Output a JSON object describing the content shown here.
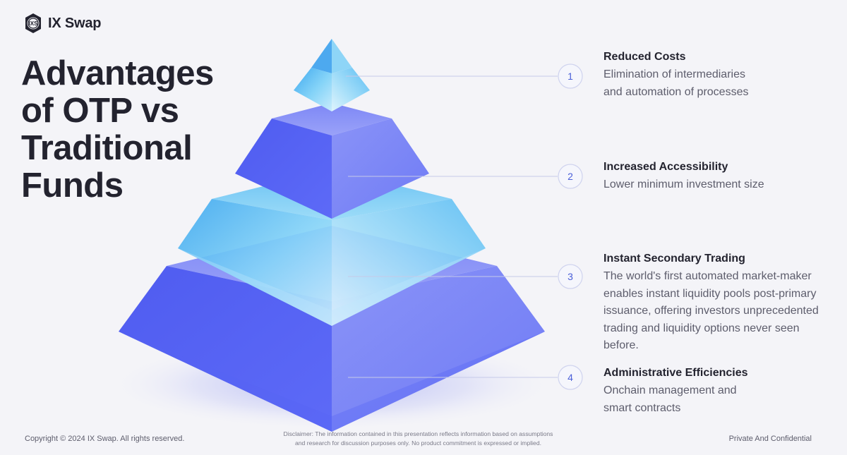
{
  "brand": {
    "name": "IX Swap",
    "badge_text": "IXS"
  },
  "title_lines": [
    "Advantages",
    "of OTP vs",
    "Traditional",
    "Funds"
  ],
  "tiers": [
    {
      "number": "1",
      "title": "Reduced Costs",
      "desc_lines": [
        "Elimination of intermediaries",
        "and automation of processes"
      ]
    },
    {
      "number": "2",
      "title": "Increased Accessibility",
      "desc_lines": [
        "Lower minimum investment size"
      ]
    },
    {
      "number": "3",
      "title": "Instant Secondary Trading",
      "desc_lines": [
        "The world's first automated market-maker",
        "enables instant liquidity pools post-primary",
        "issuance, offering investors unprecedented",
        "trading and liquidity options never seen",
        "before."
      ]
    },
    {
      "number": "4",
      "title": "Administrative Efficiencies",
      "desc_lines": [
        "Onchain management and",
        "smart contracts"
      ]
    }
  ],
  "footer": {
    "copyright": "Copyright © 2024 IX Swap. All rights reserved.",
    "disclaimer_lines": [
      "Disclaimer: The information contained in this presentation reflects information based on assumptions",
      "and research for discussion purposes only.  No product commitment is expressed or implied."
    ],
    "confidential": "Private And Confidential"
  },
  "colors": {
    "accent_blue": "#5b6af5",
    "glass_cyan": "#6fd0f5",
    "text_dark": "#23232f",
    "text_muted": "#5d5d6c",
    "circle_text": "#4a5fd8"
  }
}
